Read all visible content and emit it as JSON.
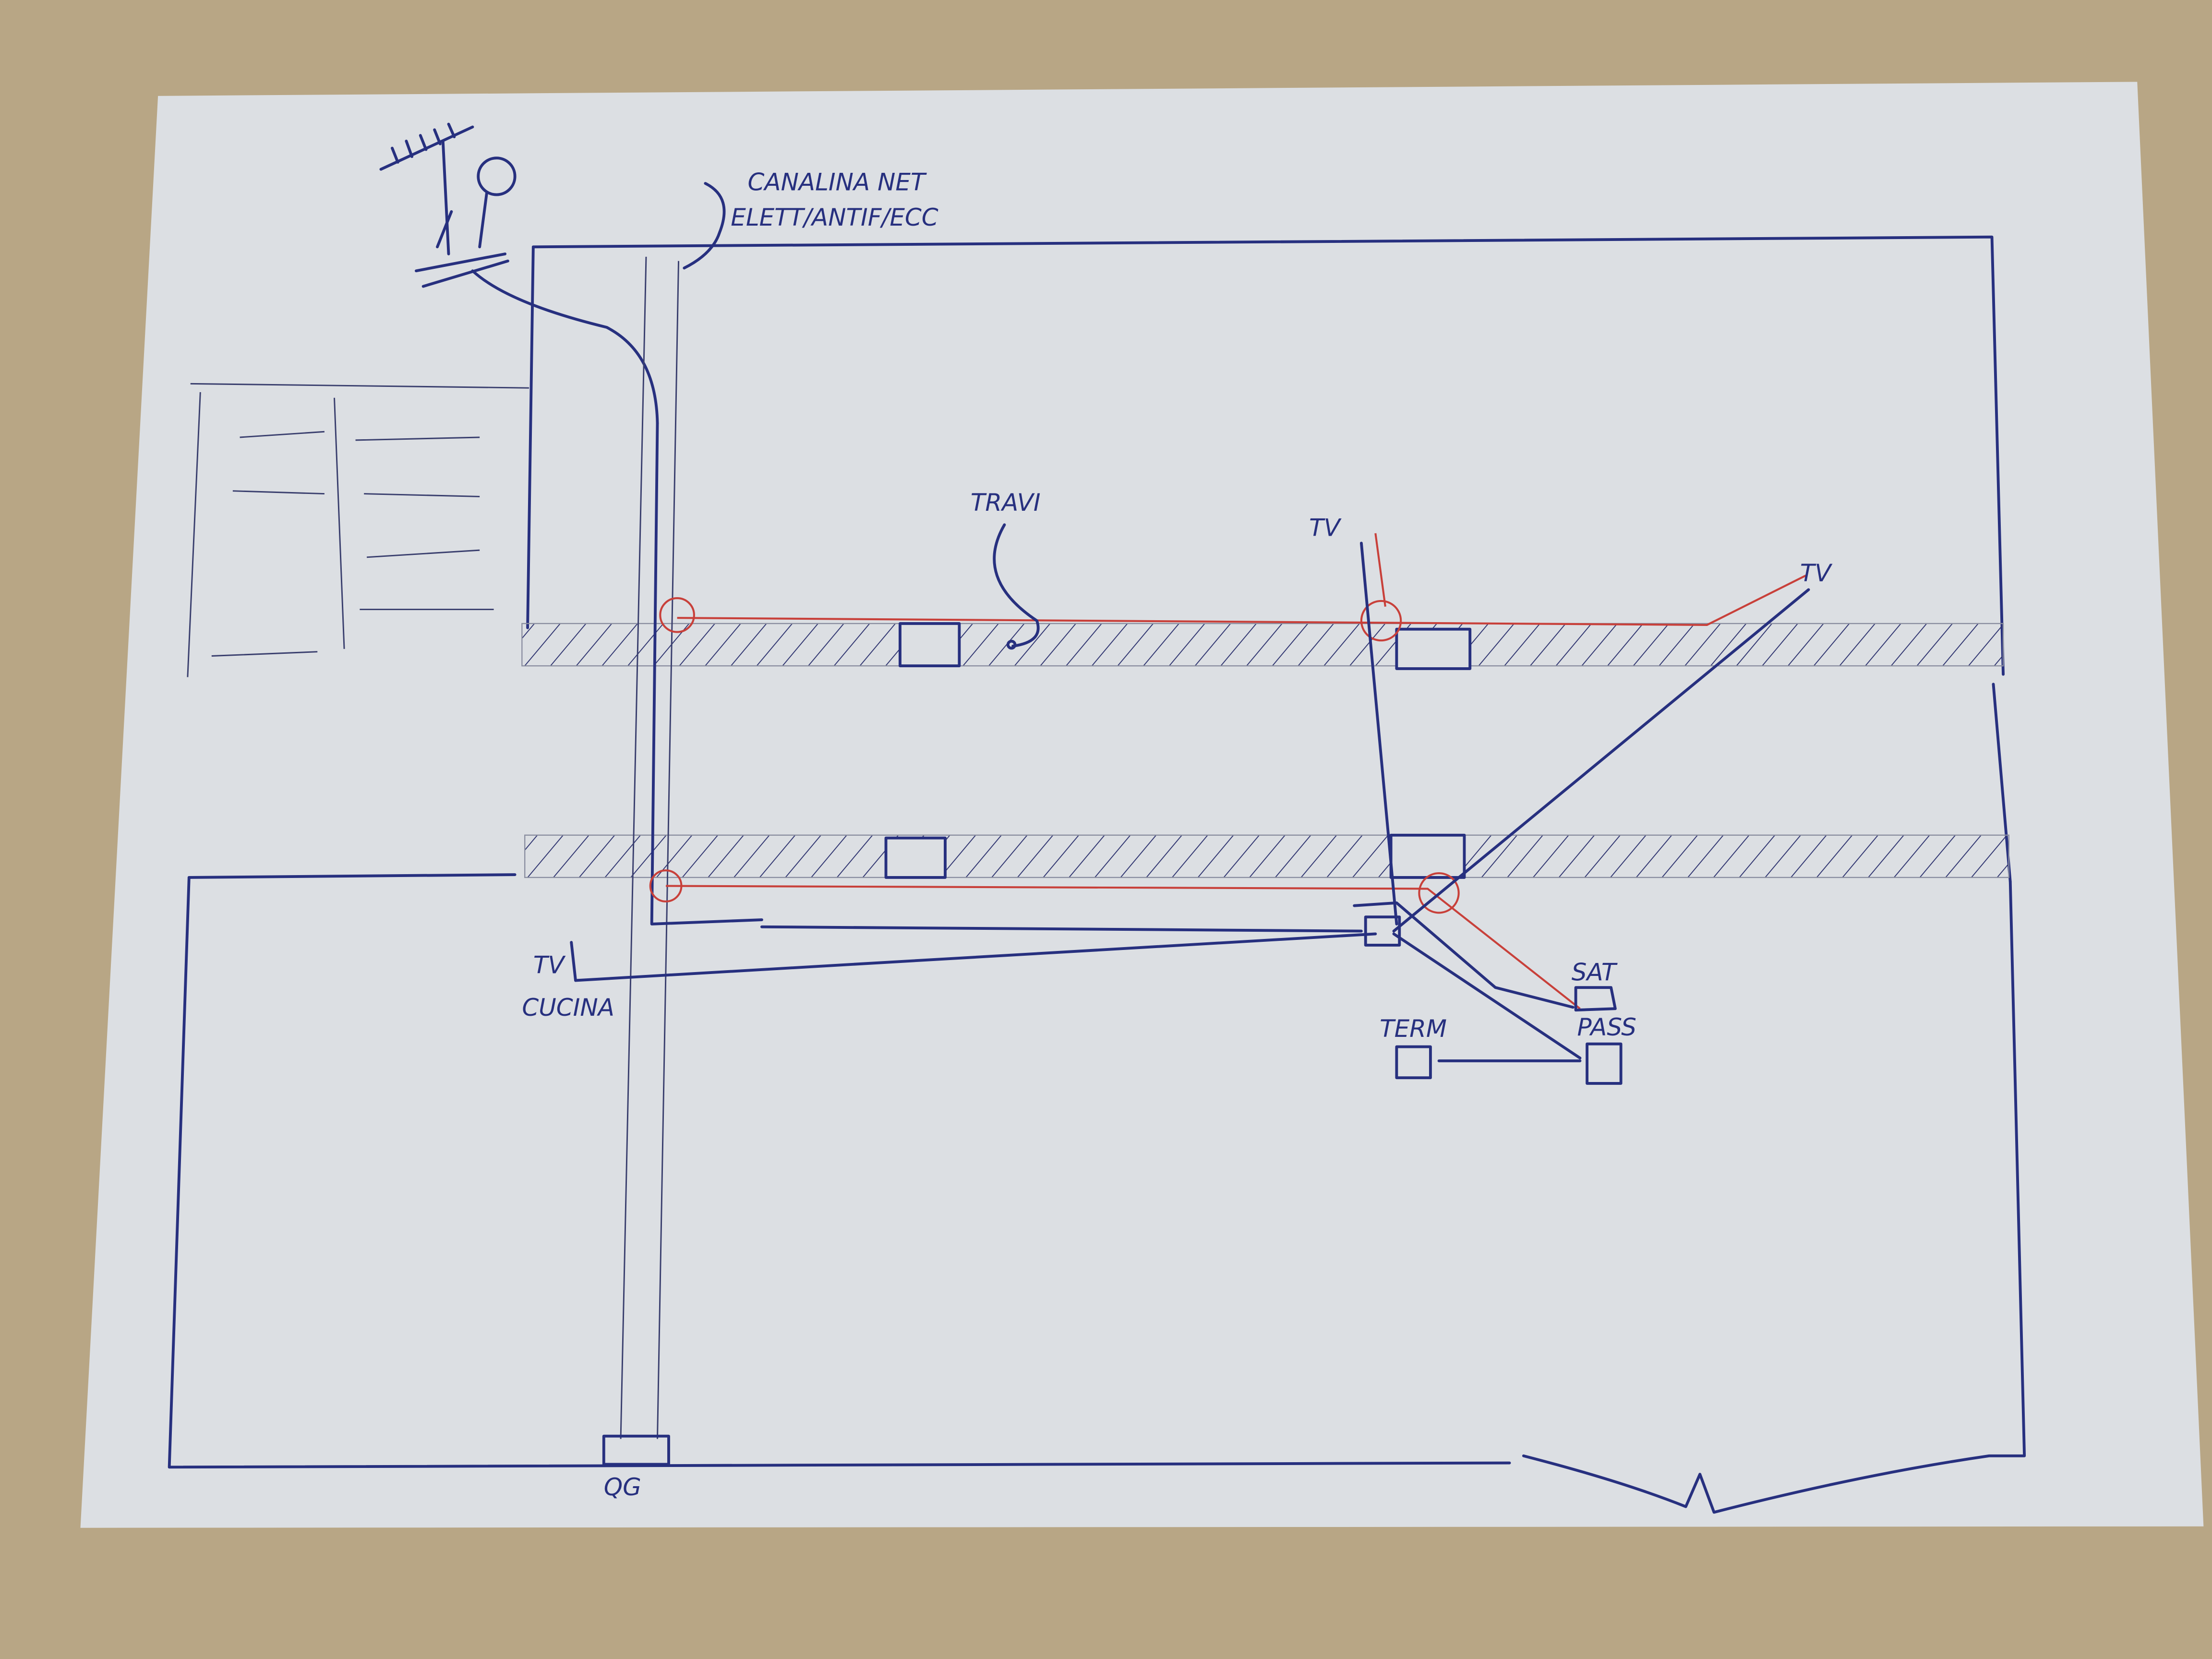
{
  "labels": {
    "canalina_line1": "CANALINA NET",
    "canalina_line2": "ELETT/ANTIF/ECC",
    "travi": "TRAVI",
    "tv_top": "TV",
    "tv_right": "TV",
    "tv_kitchen": "TV",
    "cucina": "CUCINA",
    "term": "TERM",
    "sat": "SAT",
    "pass": "PASS",
    "qg": "QG"
  },
  "colors": {
    "ink": "#27307f",
    "red_line": "#c8403a",
    "paper": "#dcdfe3",
    "table": "#b8a685"
  }
}
